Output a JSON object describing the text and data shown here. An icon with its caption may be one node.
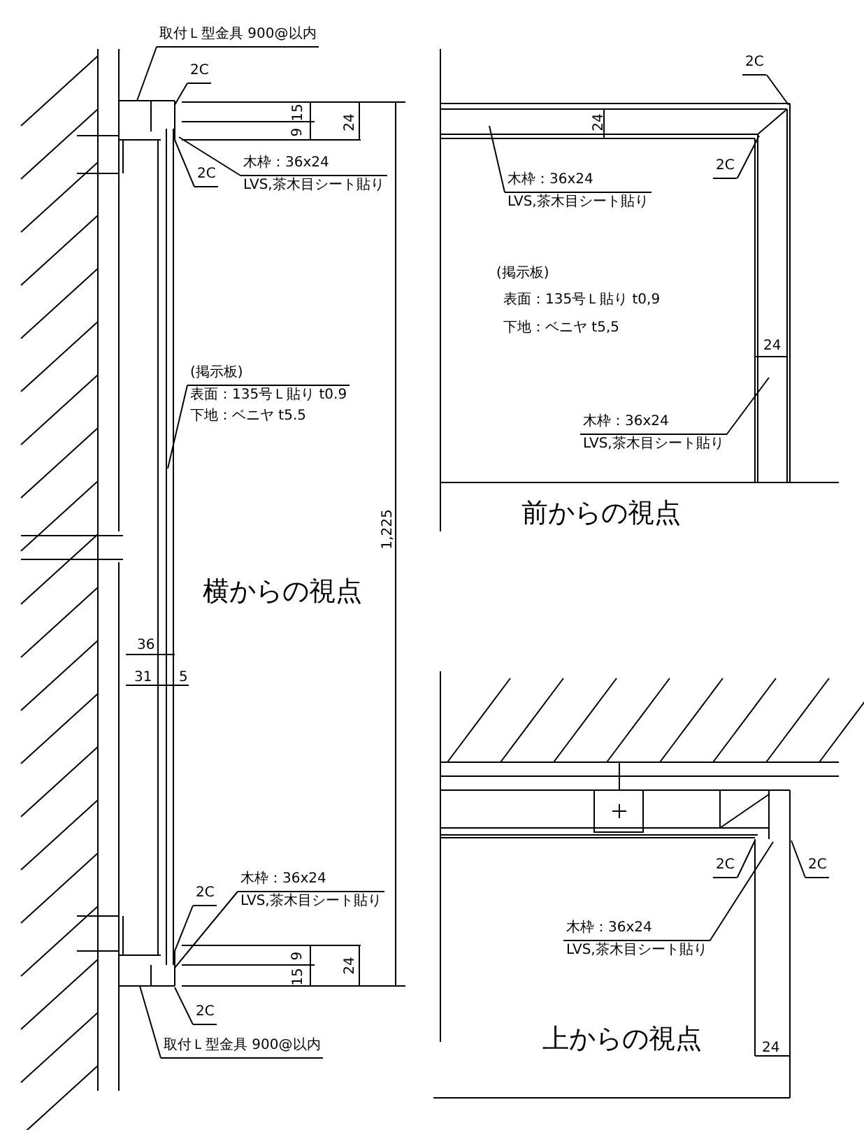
{
  "diagram": {
    "nodes": [
      {
        "text": [
          "取付Ｌ型金具 900@以内"
        ]
      },
      {
        "text": [
          "2C"
        ]
      },
      {
        "text": [
          "2C"
        ]
      },
      {
        "text": [
          "木枠：36x24",
          "LVS,茶木目シート貼り"
        ]
      },
      {
        "text": [
          "(掲示板)",
          "表面：135号Ｌ貼り t0.9",
          "下地：ベニヤ t5.5"
        ]
      },
      {
        "text": [
          "木枠：36x24",
          "LVS,茶木目シート貼り"
        ]
      },
      {
        "text": [
          "2C"
        ]
      },
      {
        "text": [
          "2C"
        ]
      },
      {
        "text": [
          "取付Ｌ型金具 900@以内"
        ]
      },
      {
        "text": [
          "2C"
        ]
      },
      {
        "text": [
          "2C"
        ]
      },
      {
        "text": [
          "木枠：36x24",
          "LVS,茶木目シート貼り"
        ]
      },
      {
        "text": [
          "木枠：36x24",
          "LVS,茶木目シート貼り"
        ]
      },
      {
        "text": [
          "2C"
        ]
      },
      {
        "text": [
          "2C"
        ]
      },
      {
        "text": [
          "木枠：36x24",
          "LVS,茶木目シート貼り"
        ]
      }
    ],
    "edges": [
      {
        "from": 0,
        "to": null,
        "arrow": "none"
      },
      {
        "from": 1,
        "to": null,
        "arrow": "none"
      },
      {
        "from": 2,
        "to": null,
        "arrow": "none"
      },
      {
        "from": 3,
        "to": null,
        "arrow": "none"
      },
      {
        "from": 4,
        "to": null,
        "arrow": "none"
      },
      {
        "from": 5,
        "to": null,
        "arrow": "none"
      },
      {
        "from": 6,
        "to": null,
        "arrow": "none"
      },
      {
        "from": 7,
        "to": null,
        "arrow": "none"
      },
      {
        "from": 8,
        "to": null,
        "arrow": "none"
      },
      {
        "from": 9,
        "to": null,
        "arrow": "none"
      },
      {
        "from": 10,
        "to": null,
        "arrow": "none"
      },
      {
        "from": 11,
        "to": null,
        "arrow": "none"
      },
      {
        "from": 12,
        "to": null,
        "arrow": "none"
      },
      {
        "from": 13,
        "to": null,
        "arrow": "none"
      },
      {
        "from": 14,
        "to": null,
        "arrow": "none"
      },
      {
        "from": 15,
        "to": null,
        "arrow": "none"
      }
    ],
    "labels": [
      "15",
      "9",
      "24",
      "1,225",
      "横からの視点",
      "36",
      "31",
      "5",
      "9",
      "15",
      "24",
      "24",
      "(掲示板)",
      "表面：135号Ｌ貼り t0,9",
      "下地：ベニヤ t5,5",
      "24",
      "前からの視点",
      "24",
      "上からの視点"
    ]
  }
}
